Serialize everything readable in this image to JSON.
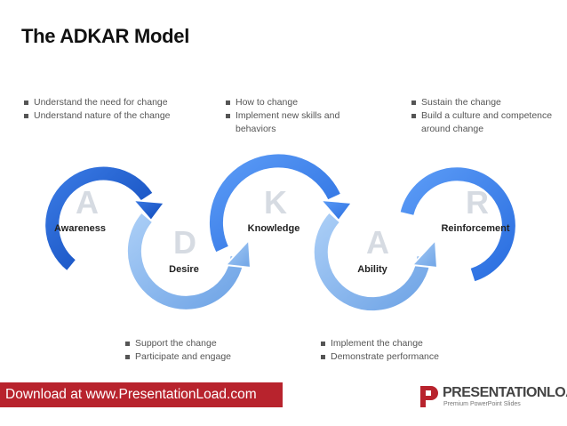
{
  "title": "The ADKAR Model",
  "stages": [
    {
      "letter": "A",
      "label": "Awareness",
      "bullets": [
        "Understand the need for change",
        "Understand nature of the change"
      ]
    },
    {
      "letter": "D",
      "label": "Desire",
      "bullets": [
        "Support the change",
        "Participate and engage"
      ]
    },
    {
      "letter": "K",
      "label": "Knowledge",
      "bullets": [
        "How to change",
        "Implement new skills and behaviors"
      ]
    },
    {
      "letter": "A",
      "label": "Ability",
      "bullets": [
        "Implement the change",
        "Demonstrate performance"
      ]
    },
    {
      "letter": "R",
      "label": "Reinforcement",
      "bullets": [
        "Sustain the change",
        "Build a culture and competence around change"
      ]
    }
  ],
  "footer": {
    "download_text": "Download at www.PresentationLoad.com"
  },
  "logo": {
    "name": "PRESENTATIONLOAD",
    "reg": "®",
    "tagline": "Premium PowerPoint Slides"
  },
  "colors": {
    "dark_blue": "#1a5ccc",
    "mid_blue": "#3d84f0",
    "light_blue": "#7fb0ec",
    "footer_red": "#b8232d"
  }
}
